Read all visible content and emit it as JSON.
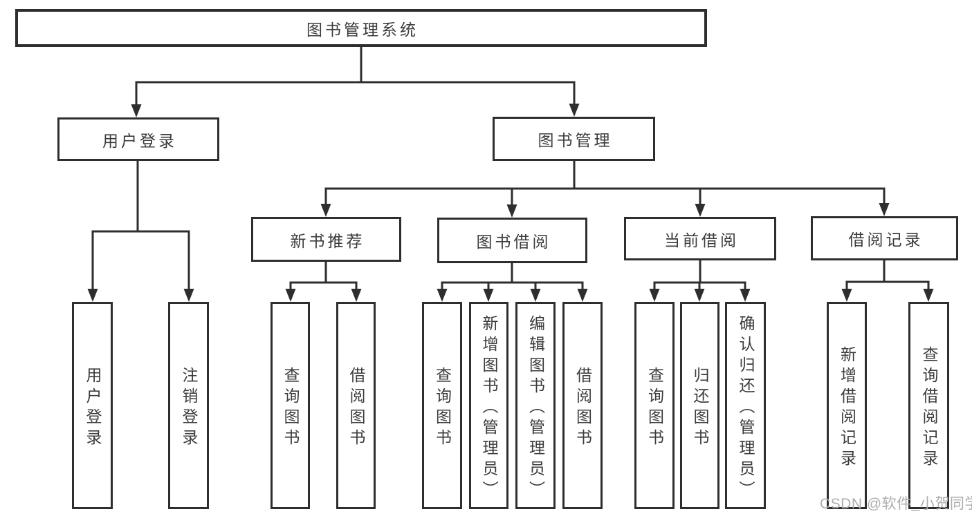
{
  "diagram": {
    "type": "hierarchy-tree",
    "watermark": "CSDN @软件_小贺同学",
    "colors": {
      "line": "#2e2e2e",
      "box_border": "#2e2e2e",
      "text": "#3c3c3c",
      "background": "#ffffff",
      "watermark": "#adadad"
    },
    "nodes": {
      "root": {
        "label": "图书管理系统"
      },
      "user_login": {
        "label": "用户登录"
      },
      "book_mgmt": {
        "label": "图书管理"
      },
      "new_book_rec": {
        "label": "新书推荐"
      },
      "book_borrow": {
        "label": "图书借阅"
      },
      "current_borrow": {
        "label": "当前借阅"
      },
      "borrow_records": {
        "label": "借阅记录"
      },
      "leaf_user_login": {
        "label": "用户登录"
      },
      "leaf_logout": {
        "label": "注销登录"
      },
      "leaf_rec_query_book": {
        "label": "查询图书"
      },
      "leaf_rec_borrow_book": {
        "label": "借阅图书"
      },
      "leaf_bb_query_book": {
        "label": "查询图书"
      },
      "leaf_bb_add_book": {
        "label": "新增图书（管理员）"
      },
      "leaf_bb_edit_book": {
        "label": "编辑图书（管理员）"
      },
      "leaf_bb_borrow_book": {
        "label": "借阅图书"
      },
      "leaf_cb_query_book": {
        "label": "查询图书"
      },
      "leaf_cb_return_book": {
        "label": "归还图书"
      },
      "leaf_cb_confirm_return": {
        "label": "确认归还（管理员）"
      },
      "leaf_br_add_record": {
        "label": "新增借阅记录"
      },
      "leaf_br_query_record": {
        "label": "查询借阅记录"
      }
    },
    "hierarchy": {
      "label": "图书管理系统",
      "children": [
        {
          "label": "用户登录",
          "children": [
            {
              "label": "用户登录"
            },
            {
              "label": "注销登录"
            }
          ]
        },
        {
          "label": "图书管理",
          "children": [
            {
              "label": "新书推荐",
              "children": [
                {
                  "label": "查询图书"
                },
                {
                  "label": "借阅图书"
                }
              ]
            },
            {
              "label": "图书借阅",
              "children": [
                {
                  "label": "查询图书"
                },
                {
                  "label": "新增图书（管理员）"
                },
                {
                  "label": "编辑图书（管理员）"
                },
                {
                  "label": "借阅图书"
                }
              ]
            },
            {
              "label": "当前借阅",
              "children": [
                {
                  "label": "查询图书"
                },
                {
                  "label": "归还图书"
                },
                {
                  "label": "确认归还（管理员）"
                }
              ]
            },
            {
              "label": "借阅记录",
              "children": [
                {
                  "label": "新增借阅记录"
                },
                {
                  "label": "查询借阅记录"
                }
              ]
            }
          ]
        }
      ]
    }
  }
}
